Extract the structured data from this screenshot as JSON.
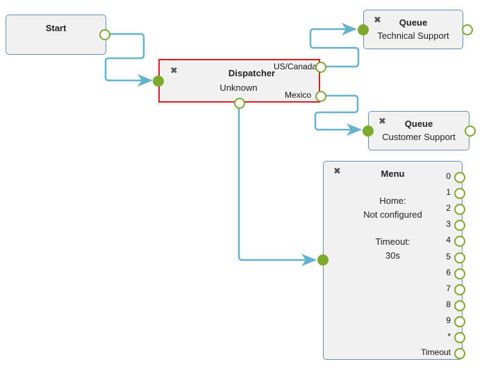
{
  "colors": {
    "connector": "#63b3cf",
    "port": "#7daa2d",
    "selected": "#e0191c",
    "node_border": "#6b8fb3",
    "node_bg": "#f1f1f1"
  },
  "icons": {
    "delete": "✖"
  },
  "nodes": {
    "start": {
      "title": "Start"
    },
    "dispatcher": {
      "title": "Dispatcher",
      "subtitle": "Unknown",
      "ports": [
        "US/Canada",
        "Mexico"
      ]
    },
    "queue_tech": {
      "title": "Queue",
      "subtitle": "Technical Support"
    },
    "queue_customer": {
      "title": "Queue",
      "subtitle": "Customer Support"
    },
    "menu": {
      "title": "Menu",
      "home_label": "Home:",
      "home_value": "Not configured",
      "timeout_label": "Timeout:",
      "timeout_value": "30s",
      "ports": [
        "0",
        "1",
        "2",
        "3",
        "4",
        "5",
        "6",
        "7",
        "8",
        "9",
        "*",
        "Timeout"
      ]
    }
  }
}
